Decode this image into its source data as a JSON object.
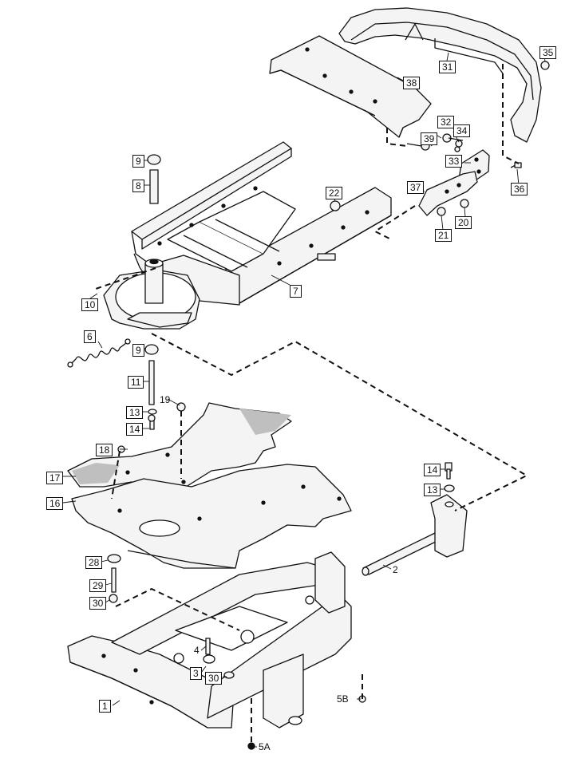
{
  "diagram": {
    "colors": {
      "ink": "#111111",
      "paper": "#ffffff",
      "fill": "#f4f4f4",
      "texture": "#bfbfbf"
    },
    "callouts": [
      {
        "id": "c1",
        "text": "1",
        "boxed": true
      },
      {
        "id": "c2",
        "text": "2",
        "boxed": false
      },
      {
        "id": "c3",
        "text": "3",
        "boxed": true
      },
      {
        "id": "c4",
        "text": "4",
        "boxed": false
      },
      {
        "id": "c5a",
        "text": "5A",
        "boxed": false
      },
      {
        "id": "c5b",
        "text": "5B",
        "boxed": false
      },
      {
        "id": "c6",
        "text": "6",
        "boxed": true
      },
      {
        "id": "c7",
        "text": "7",
        "boxed": true
      },
      {
        "id": "c8",
        "text": "8",
        "boxed": true
      },
      {
        "id": "c9a",
        "text": "9",
        "boxed": true
      },
      {
        "id": "c9b",
        "text": "9",
        "boxed": true
      },
      {
        "id": "c10",
        "text": "10",
        "boxed": true
      },
      {
        "id": "c11",
        "text": "11",
        "boxed": true
      },
      {
        "id": "c13a",
        "text": "13",
        "boxed": true
      },
      {
        "id": "c13b",
        "text": "13",
        "boxed": true
      },
      {
        "id": "c14a",
        "text": "14",
        "boxed": true
      },
      {
        "id": "c14b",
        "text": "14",
        "boxed": true
      },
      {
        "id": "c16",
        "text": "16",
        "boxed": true
      },
      {
        "id": "c17",
        "text": "17",
        "boxed": true
      },
      {
        "id": "c18",
        "text": "18",
        "boxed": true
      },
      {
        "id": "c19",
        "text": "19",
        "boxed": false
      },
      {
        "id": "c20",
        "text": "20",
        "boxed": true
      },
      {
        "id": "c21",
        "text": "21",
        "boxed": true
      },
      {
        "id": "c22",
        "text": "22",
        "boxed": true
      },
      {
        "id": "c28",
        "text": "28",
        "boxed": true
      },
      {
        "id": "c29",
        "text": "29",
        "boxed": true
      },
      {
        "id": "c30a",
        "text": "30",
        "boxed": true
      },
      {
        "id": "c30b",
        "text": "30",
        "boxed": true
      },
      {
        "id": "c31",
        "text": "31",
        "boxed": true
      },
      {
        "id": "c32",
        "text": "32",
        "boxed": true
      },
      {
        "id": "c33",
        "text": "33",
        "boxed": true
      },
      {
        "id": "c34",
        "text": "34",
        "boxed": true
      },
      {
        "id": "c35",
        "text": "35",
        "boxed": true
      },
      {
        "id": "c36",
        "text": "36",
        "boxed": true
      },
      {
        "id": "c37",
        "text": "37",
        "boxed": true
      },
      {
        "id": "c38",
        "text": "38",
        "boxed": true
      },
      {
        "id": "c39",
        "text": "39",
        "boxed": true
      }
    ]
  }
}
